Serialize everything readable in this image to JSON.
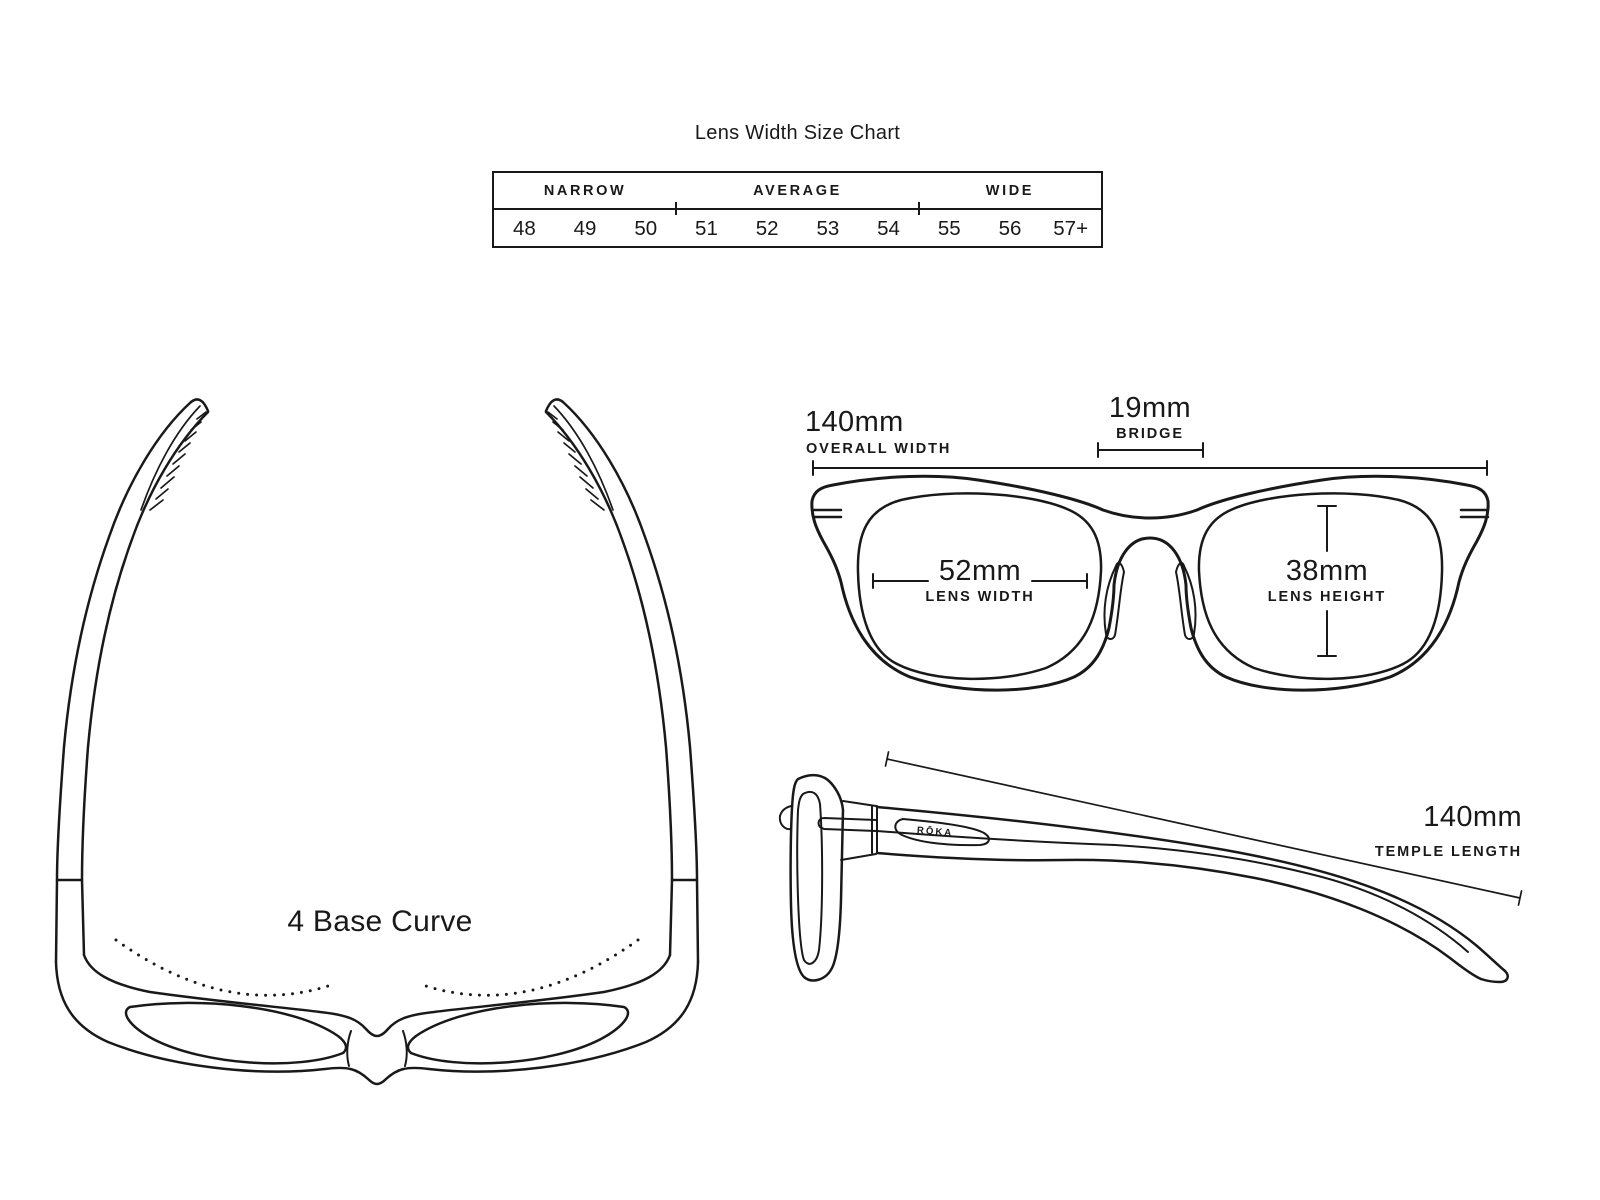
{
  "page": {
    "background": "#ffffff",
    "ink": "#191919"
  },
  "size_chart": {
    "title": "Lens Width Size Chart",
    "groups": [
      {
        "label": "NARROW",
        "span": 3
      },
      {
        "label": "AVERAGE",
        "span": 4
      },
      {
        "label": "WIDE",
        "span": 3
      }
    ],
    "sizes": [
      "48",
      "49",
      "50",
      "51",
      "52",
      "53",
      "54",
      "55",
      "56",
      "57+"
    ]
  },
  "top_view": {
    "base_curve": "4 Base Curve"
  },
  "front_view": {
    "overall_width": {
      "value": "140mm",
      "label": "OVERALL WIDTH"
    },
    "bridge": {
      "value": "19mm",
      "label": "BRIDGE"
    },
    "lens_width": {
      "value": "52mm",
      "label": "LENS WIDTH"
    },
    "lens_height": {
      "value": "38mm",
      "label": "LENS HEIGHT"
    }
  },
  "side_view": {
    "temple_length": {
      "value": "140mm",
      "label": "TEMPLE LENGTH"
    },
    "brand": "RŌKA"
  }
}
